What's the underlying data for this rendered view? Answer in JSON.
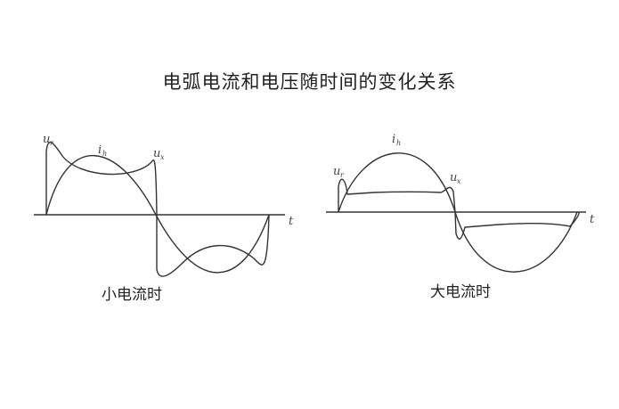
{
  "title": "电弧电流和电压随时间的变化关系",
  "diagrams": [
    {
      "caption": "小电流时",
      "labels": {
        "voltage": "u",
        "voltage_sub": "r",
        "current": "i",
        "current_sub": "h",
        "voltage2": "u",
        "voltage2_sub": "x",
        "axis": "t"
      }
    },
    {
      "caption": "大电流时",
      "labels": {
        "voltage": "u",
        "voltage_sub": "r",
        "current": "i",
        "current_sub": "h",
        "voltage2": "u",
        "voltage2_sub": "x",
        "axis": "t"
      }
    }
  ]
}
